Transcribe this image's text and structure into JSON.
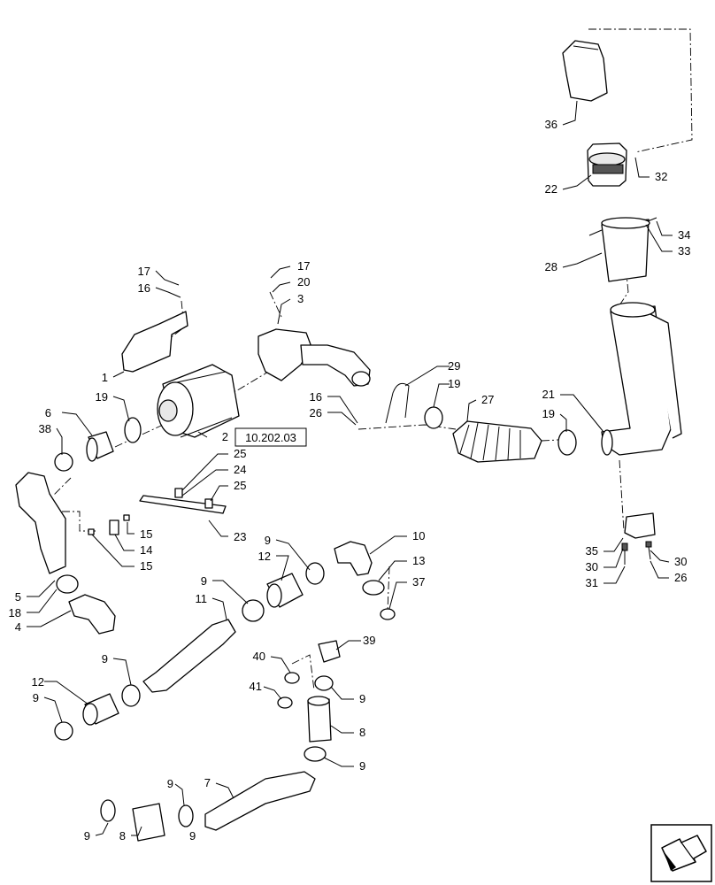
{
  "diagram": {
    "reference": "10.202.03",
    "callouts": [
      "1",
      "2",
      "3",
      "4",
      "5",
      "6",
      "7",
      "8",
      "8",
      "9",
      "9",
      "9",
      "9",
      "9",
      "9",
      "9",
      "9",
      "9",
      "10",
      "11",
      "12",
      "12",
      "13",
      "14",
      "15",
      "15",
      "16",
      "16",
      "17",
      "17",
      "18",
      "19",
      "19",
      "19",
      "20",
      "21",
      "22",
      "23",
      "24",
      "25",
      "25",
      "26",
      "26",
      "27",
      "28",
      "29",
      "30",
      "30",
      "31",
      "32",
      "33",
      "34",
      "35",
      "36",
      "37",
      "38",
      "39",
      "40",
      "41"
    ]
  },
  "icons": {
    "navigation": "next-page-arrow-icon"
  }
}
